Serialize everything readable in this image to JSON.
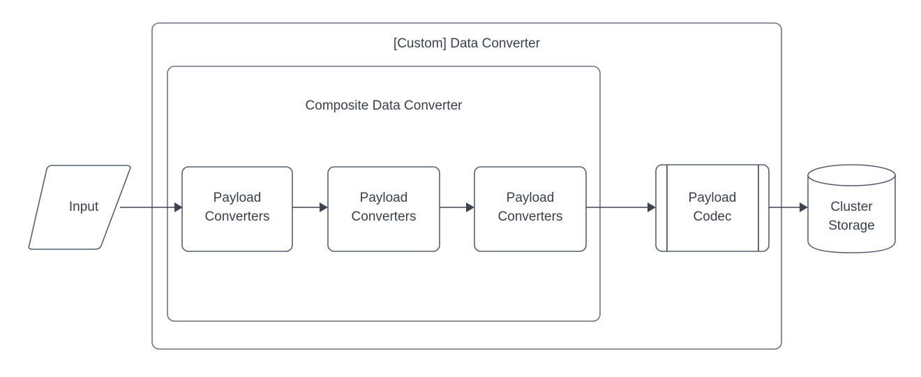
{
  "diagram": {
    "type": "flowchart",
    "title": "[Custom] Data Converter",
    "background_color": "#ffffff",
    "stroke_color": "#54606e",
    "text_color": "#39404b",
    "containers": [
      {
        "id": "custom-data-converter",
        "label": "[Custom] Data Converter",
        "shape": "rounded-rectangle"
      },
      {
        "id": "composite-data-converter",
        "label": "Composite Data Converter",
        "shape": "rounded-rectangle"
      }
    ],
    "nodes": [
      {
        "id": "input",
        "label": "Input",
        "shape": "parallelogram"
      },
      {
        "id": "payload-converters-1",
        "label_line1": "Payload",
        "label_line2": "Converters",
        "shape": "rounded-rectangle"
      },
      {
        "id": "payload-converters-2",
        "label_line1": "Payload",
        "label_line2": "Converters",
        "shape": "rounded-rectangle"
      },
      {
        "id": "payload-converters-3",
        "label_line1": "Payload",
        "label_line2": "Converters",
        "shape": "rounded-rectangle"
      },
      {
        "id": "payload-codec",
        "label_line1": "Payload",
        "label_line2": "Codec",
        "shape": "module-process"
      },
      {
        "id": "cluster-storage",
        "label_line1": "Cluster",
        "label_line2": "Storage",
        "shape": "cylinder-database"
      }
    ],
    "edges": [
      {
        "id": "edge-input-to-pc1",
        "from": "input",
        "to": "payload-converters-1",
        "arrow": "single"
      },
      {
        "id": "edge-pc1-to-pc2",
        "from": "payload-converters-1",
        "to": "payload-converters-2",
        "arrow": "single"
      },
      {
        "id": "edge-pc2-to-pc3",
        "from": "payload-converters-2",
        "to": "payload-converters-3",
        "arrow": "single"
      },
      {
        "id": "edge-pc3-to-codec",
        "from": "payload-converters-3",
        "to": "payload-codec",
        "arrow": "single"
      },
      {
        "id": "edge-codec-to-storage",
        "from": "payload-codec",
        "to": "cluster-storage",
        "arrow": "single"
      }
    ]
  }
}
